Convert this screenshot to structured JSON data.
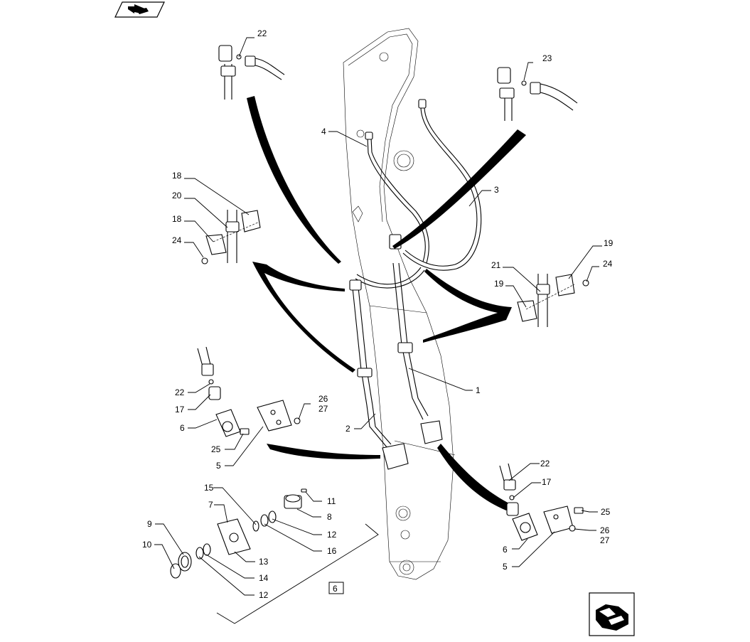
{
  "navigation": {
    "prev_icon": "arrow-back-icon",
    "next_icon": "arrow-next-icon"
  },
  "callouts": {
    "c1": "1",
    "c2": "2",
    "c3": "3",
    "c4": "4",
    "c5a": "5",
    "c5b": "5",
    "c6a": "6",
    "c6b": "6",
    "c6box": "6",
    "c7": "7",
    "c8": "8",
    "c9": "9",
    "c10": "10",
    "c11": "11",
    "c12a": "12",
    "c12b": "12",
    "c13": "13",
    "c14": "14",
    "c15": "15",
    "c16": "16",
    "c17a": "17",
    "c17b": "17",
    "c18a": "18",
    "c18b": "18",
    "c19a": "19",
    "c19b": "19",
    "c20": "20",
    "c21": "21",
    "c22a": "22",
    "c22b": "22",
    "c22c": "22",
    "c23": "23",
    "c24a": "24",
    "c24b": "24",
    "c25a": "25",
    "c25b": "25",
    "c26a": "26",
    "c26b": "26",
    "c27a": "27",
    "c27b": "27"
  }
}
